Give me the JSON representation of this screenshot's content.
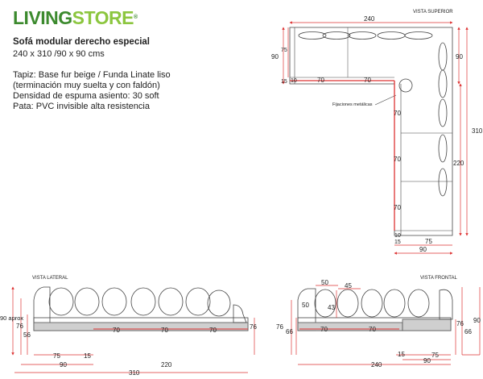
{
  "brand": {
    "part1": "LIVING",
    "part2": "STORE",
    "mark": "®"
  },
  "product": {
    "title": "Sofá modular derecho especial",
    "dims": "240 x 310 /90 x 90 cms"
  },
  "specs": [
    "Tapiz: Base fur beige / Funda Linate liso",
    "(terminación muy suelta y con faldón)",
    "Densidad de espuma asiento: 30 soft",
    "Pata: PVC invisible alta resistencia"
  ],
  "views": {
    "top": "VISTA SUPERIOR",
    "side": "VISTA LATERAL",
    "front": "VISTA FRONTAL"
  },
  "callout": "Fijaciones metálicas",
  "dims_top": {
    "width": "240",
    "depth_back": "90",
    "cushion": "75",
    "arm": "15",
    "seat_gap": "10",
    "seat_a": "70",
    "seat_b": "70",
    "right_depth": "90",
    "total_length": "310",
    "inner_length": "220",
    "seat_c": "70",
    "seat_d": "70",
    "seat_e": "70",
    "gap_bottom": "10",
    "arm_bottom": "15",
    "seat_depth": "75",
    "chaise_width": "90"
  },
  "dims_side": {
    "height": "90 aprox",
    "back": "76",
    "seat": "56",
    "seat_a": "70",
    "seat_b": "70",
    "seat_c": "70",
    "arm": "76",
    "depth": "75",
    "arm_w": "15",
    "chaise": "90",
    "inner": "220",
    "total": "310"
  },
  "dims_front": {
    "cushion_w": "50",
    "cushion_w2": "45",
    "back_h": "50",
    "cushion_h": "43",
    "height": "76",
    "seat": "66",
    "seat_a": "70",
    "seat_b": "70",
    "arm": "76",
    "seat_r": "66",
    "height_r": "90",
    "total": "240",
    "arm_w": "15",
    "depth": "75",
    "depth_total": "90"
  }
}
